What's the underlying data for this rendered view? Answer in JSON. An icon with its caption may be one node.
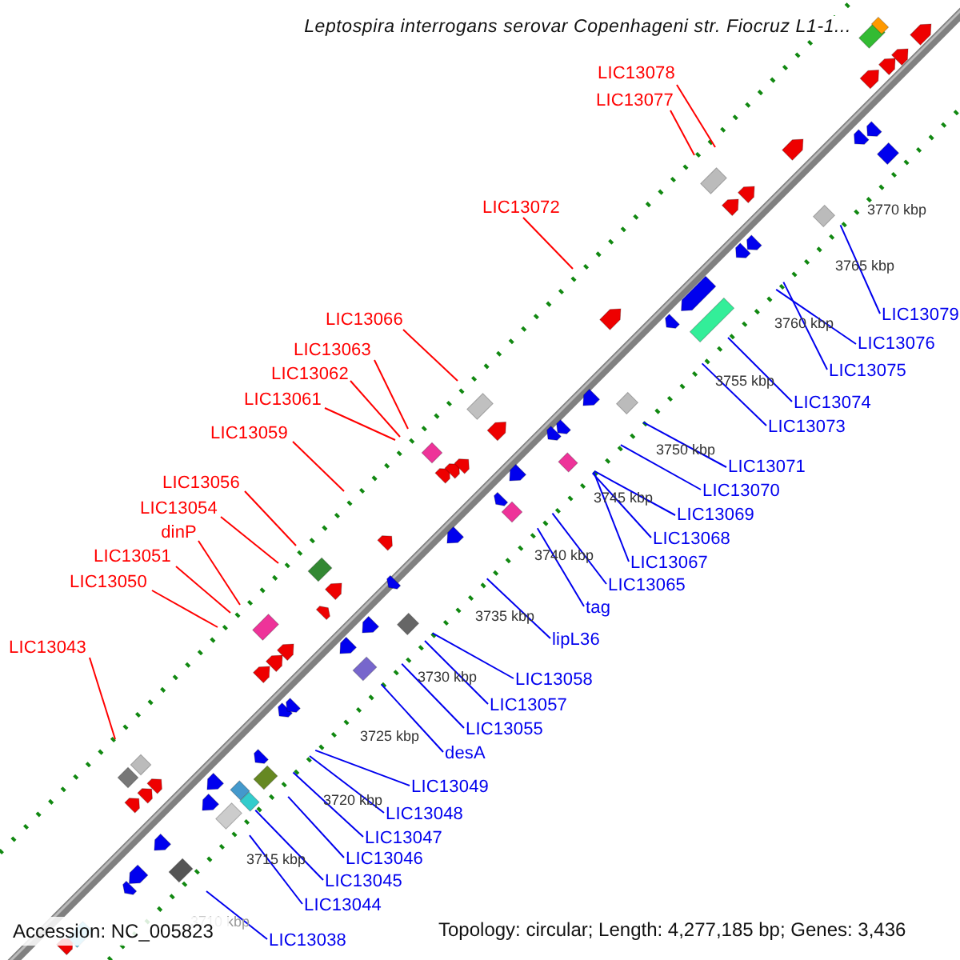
{
  "diagram": {
    "title": "Leptospira interrogans serovar Copenhageni str. Fiocruz L1-1...",
    "nodes": [
      {
        "text": [
          "LIC13078"
        ]
      },
      {
        "text": [
          "LIC13077"
        ]
      },
      {
        "text": [
          "LIC13072"
        ]
      },
      {
        "text": [
          "LIC13079"
        ]
      },
      {
        "text": [
          "LIC13066"
        ]
      },
      {
        "text": [
          "LIC13076"
        ]
      },
      {
        "text": [
          "LIC13063"
        ]
      },
      {
        "text": [
          "LIC13075"
        ]
      },
      {
        "text": [
          "LIC13062"
        ]
      },
      {
        "text": [
          "LIC13061"
        ]
      },
      {
        "text": [
          "LIC13074"
        ]
      },
      {
        "text": [
          "LIC13073"
        ]
      },
      {
        "text": [
          "LIC13059"
        ]
      },
      {
        "text": [
          "LIC13071"
        ]
      },
      {
        "text": [
          "LIC13056"
        ]
      },
      {
        "text": [
          "LIC13070"
        ]
      },
      {
        "text": [
          "LIC13054"
        ]
      },
      {
        "text": [
          "LIC13069"
        ]
      },
      {
        "text": [
          "dinP"
        ]
      },
      {
        "text": [
          "LIC13068"
        ]
      },
      {
        "text": [
          "LIC13051"
        ]
      },
      {
        "text": [
          "LIC13067"
        ]
      },
      {
        "text": [
          "LIC13050"
        ]
      },
      {
        "text": [
          "LIC13065"
        ]
      },
      {
        "text": [
          "tag"
        ]
      },
      {
        "text": [
          "lipL36"
        ]
      },
      {
        "text": [
          "LIC13043"
        ]
      },
      {
        "text": [
          "LIC13058"
        ]
      },
      {
        "text": [
          "LIC13057"
        ]
      },
      {
        "text": [
          "LIC13055"
        ]
      },
      {
        "text": [
          "desA"
        ]
      },
      {
        "text": [
          "LIC13049"
        ]
      },
      {
        "text": [
          "LIC13048"
        ]
      },
      {
        "text": [
          "LIC13047"
        ]
      },
      {
        "text": [
          "LIC13046"
        ]
      },
      {
        "text": [
          "LIC13045"
        ]
      },
      {
        "text": [
          "LIC13044"
        ]
      },
      {
        "text": [
          "LIC13038"
        ]
      }
    ],
    "edges": [
      {
        "from": 0,
        "to": null,
        "arrow": "none",
        "color": "#ff0000"
      },
      {
        "from": 1,
        "to": null,
        "arrow": "none",
        "color": "#ff0000"
      },
      {
        "from": 2,
        "to": null,
        "arrow": "none",
        "color": "#ff0000"
      },
      {
        "from": 3,
        "to": null,
        "arrow": "none"
      },
      {
        "from": 4,
        "to": null,
        "arrow": "none",
        "color": "#ff0000"
      },
      {
        "from": 5,
        "to": null,
        "arrow": "none"
      },
      {
        "from": 6,
        "to": null,
        "arrow": "none",
        "color": "#ff0000"
      },
      {
        "from": 7,
        "to": null,
        "arrow": "none"
      },
      {
        "from": 8,
        "to": null,
        "arrow": "none",
        "color": "#ff0000"
      },
      {
        "from": 9,
        "to": null,
        "arrow": "none",
        "color": "#ff0000"
      },
      {
        "from": 10,
        "to": null,
        "arrow": "none"
      },
      {
        "from": 11,
        "to": null,
        "arrow": "none"
      },
      {
        "from": 12,
        "to": null,
        "arrow": "none",
        "color": "#ff0000"
      },
      {
        "from": 13,
        "to": null,
        "arrow": "none"
      },
      {
        "from": 14,
        "to": null,
        "arrow": "none",
        "color": "#ff0000"
      },
      {
        "from": 15,
        "to": null,
        "arrow": "none"
      },
      {
        "from": 16,
        "to": null,
        "arrow": "none",
        "color": "#ff0000"
      },
      {
        "from": 17,
        "to": null,
        "arrow": "none"
      },
      {
        "from": 18,
        "to": null,
        "arrow": "none",
        "color": "#ff0000"
      },
      {
        "from": 19,
        "to": null,
        "arrow": "none"
      },
      {
        "from": 20,
        "to": null,
        "arrow": "none",
        "color": "#ff0000"
      },
      {
        "from": 21,
        "to": null,
        "arrow": "none"
      },
      {
        "from": 22,
        "to": null,
        "arrow": "none",
        "color": "#ff0000"
      },
      {
        "from": 23,
        "to": null,
        "arrow": "none"
      },
      {
        "from": 24,
        "to": null,
        "arrow": "none"
      },
      {
        "from": 25,
        "to": null,
        "arrow": "none"
      },
      {
        "from": 26,
        "to": null,
        "arrow": "none",
        "color": "#ff0000"
      },
      {
        "from": 27,
        "to": null,
        "arrow": "none"
      },
      {
        "from": 28,
        "to": null,
        "arrow": "none"
      },
      {
        "from": 29,
        "to": null,
        "arrow": "none"
      },
      {
        "from": 30,
        "to": null,
        "arrow": "none"
      },
      {
        "from": 31,
        "to": null,
        "arrow": "none"
      },
      {
        "from": 32,
        "to": null,
        "arrow": "none"
      },
      {
        "from": 33,
        "to": null,
        "arrow": "none"
      },
      {
        "from": 34,
        "to": null,
        "arrow": "none"
      },
      {
        "from": 35,
        "to": null,
        "arrow": "none"
      },
      {
        "from": 36,
        "to": null,
        "arrow": "none"
      },
      {
        "from": 37,
        "to": null,
        "arrow": "none"
      }
    ],
    "labels": [
      "3770 kbp",
      "3765 kbp",
      "3760 kbp",
      "3755 kbp",
      "3750 kbp",
      "3745 kbp",
      "3740 kbp",
      "3735 kbp",
      "3730 kbp",
      "3725 kbp",
      "3720 kbp",
      "3715 kbp",
      "3710 kbp",
      "Accession: NC_005823",
      "Topology: circular; Length: 4,277,185 bp; Genes: 3,436"
    ]
  }
}
